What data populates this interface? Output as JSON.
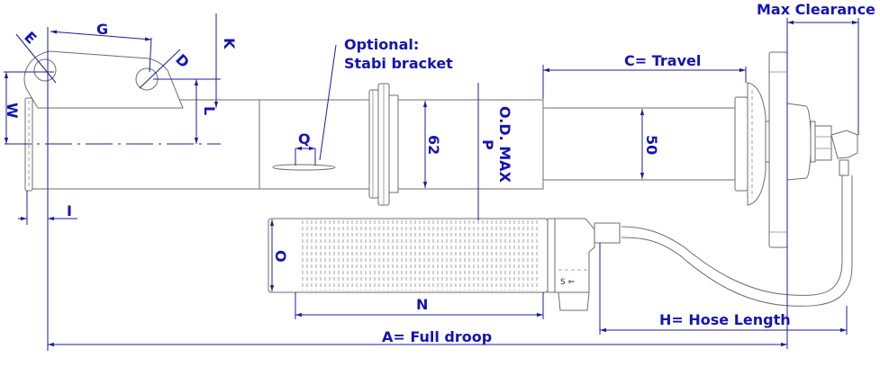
{
  "title": "Shock absorber dimension drawing",
  "colors": {
    "dimension": "#1414b4",
    "outline": "#6e6e6e"
  },
  "labels": {
    "E": "E",
    "G": "G",
    "D": "D",
    "K": "K",
    "L": "L",
    "W": "W",
    "I": "I",
    "Q": "Q",
    "optional": "Optional:",
    "stabi": "Stabi bracket",
    "d62": "62",
    "P": "P",
    "odmax": "O.D. MAX",
    "travel": "C= Travel",
    "d50": "50",
    "max_clearance": "Max Clearance",
    "O": "O",
    "N": "N",
    "hose": "H= Hose Length",
    "droop": "A= Full droop"
  }
}
